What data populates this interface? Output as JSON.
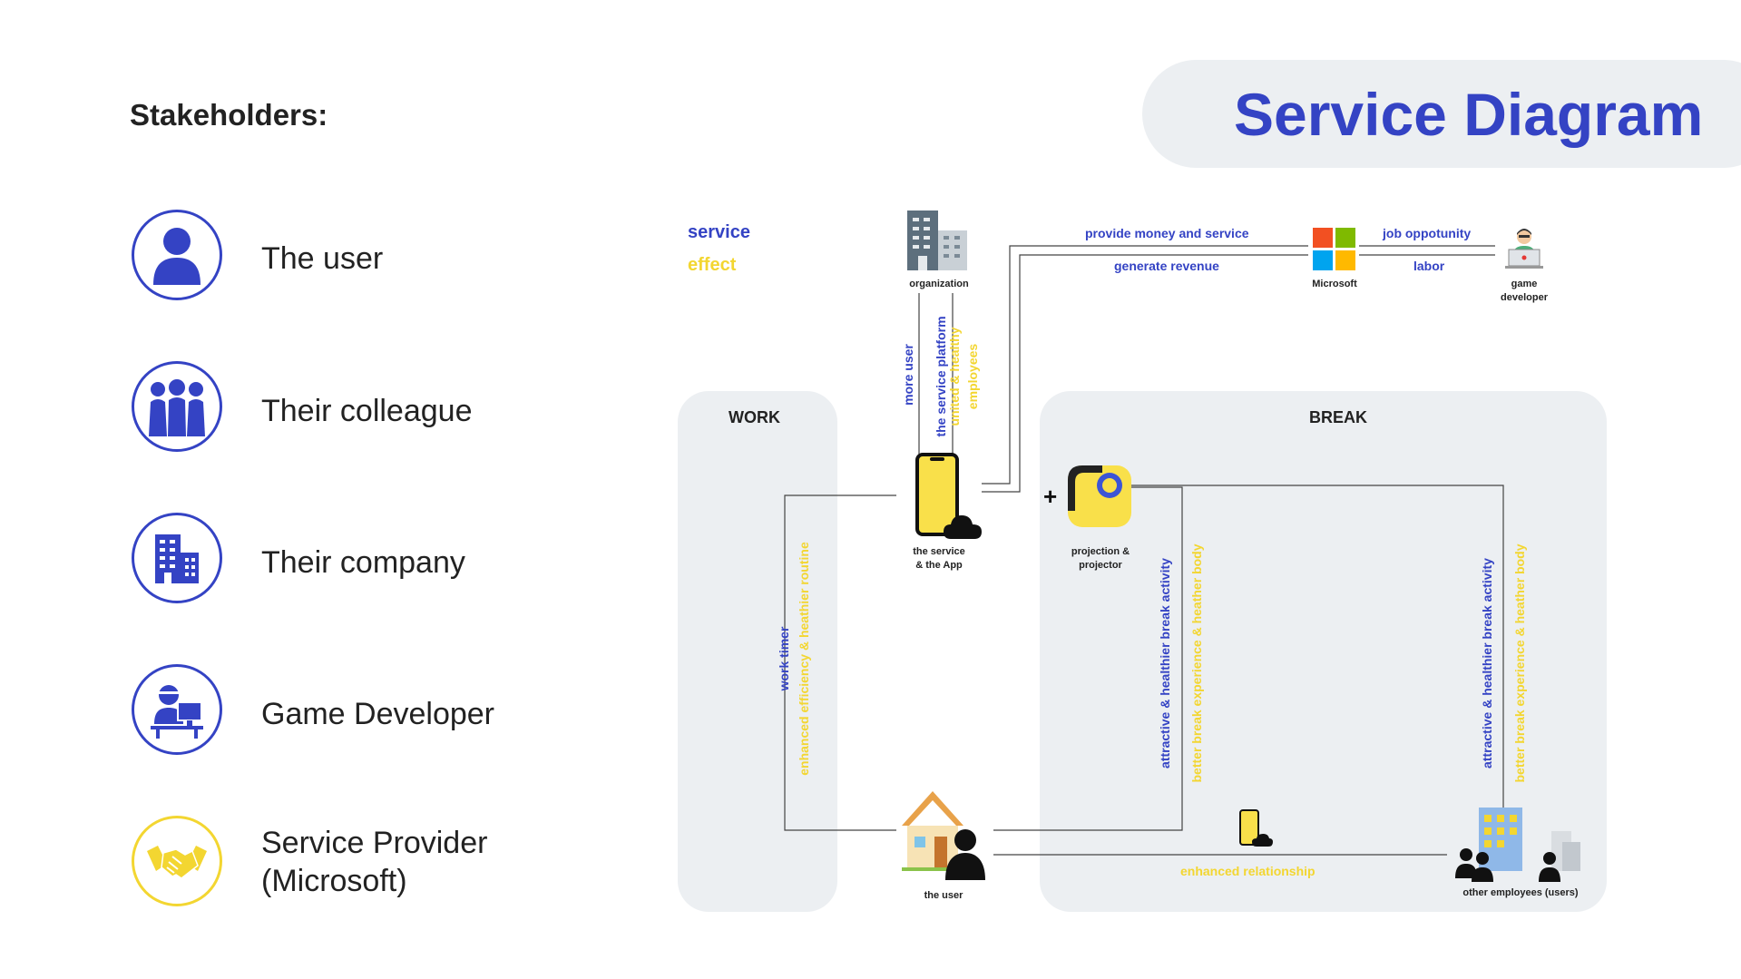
{
  "header": {
    "title": "Service Diagram"
  },
  "stakeholders": {
    "heading": "Stakeholders:",
    "items": [
      {
        "label": "The user",
        "icon": "user-icon"
      },
      {
        "label": "Their colleague",
        "icon": "group-icon"
      },
      {
        "label": "Their company",
        "icon": "building-icon"
      },
      {
        "label": "Game Developer",
        "icon": "developer-icon"
      },
      {
        "label_line1": "Service Provider",
        "label_line2": "(Microsoft)",
        "icon": "handshake-icon"
      }
    ]
  },
  "legend": {
    "service": "service",
    "effect": "effect"
  },
  "zones": {
    "work": "WORK",
    "break": "BREAK"
  },
  "nodes": {
    "organization": "organization",
    "microsoft": "Microsoft",
    "game_developer_line1": "game",
    "game_developer_line2": "developer",
    "app_line1": "the service",
    "app_line2": "& the App",
    "projector_line1": "projection &",
    "projector_line2": "projector",
    "user": "the user",
    "others": "other employees (users)"
  },
  "flows": {
    "provide_money": "provide money and service",
    "generate_revenue": "generate revenue",
    "job_opportunity": "job oppotunity",
    "labor": "labor",
    "more_user": "more user",
    "service_platform": "the service platform",
    "united_line1": "united & healthy",
    "united_line2": "employees",
    "work_timer": "work timer",
    "efficiency": "enhanced efficiency & heathier routine",
    "attractive_1": "attractive & healthier break activity",
    "better_body_1": "better break experience & heather body",
    "attractive_2": "attractive & healthier break activity",
    "better_body_2": "better break experience & heather body",
    "relationship": "enhanced relationship"
  },
  "colors": {
    "service_blue": "#3443c4",
    "effect_yellow": "#f3d631",
    "zone_gray": "#eceff2"
  }
}
